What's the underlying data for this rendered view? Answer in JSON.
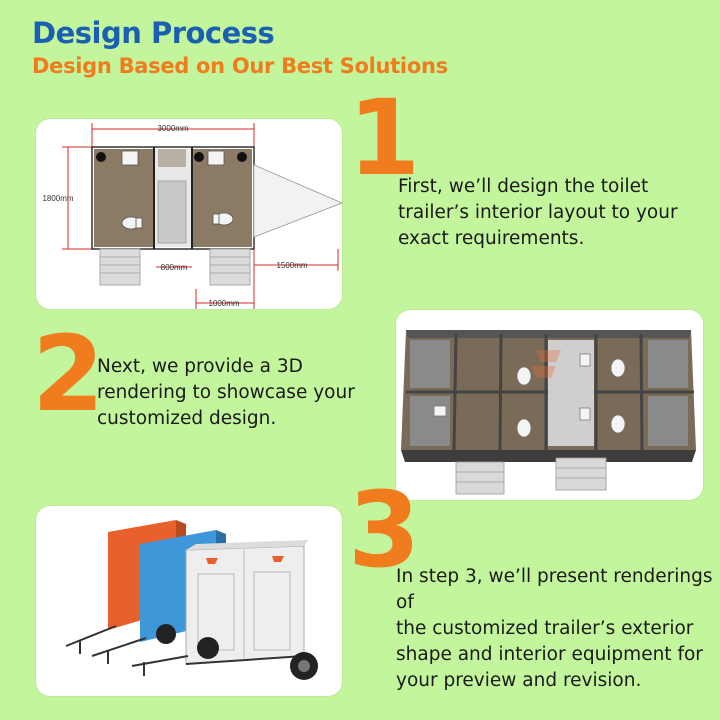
{
  "header": {
    "title": "Design Process",
    "subtitle": "Design Based on Our Best Solutions"
  },
  "steps": [
    {
      "number": "1",
      "lines": [
        "First, we’ll design the toilet",
        "trailer’s interior layout to your",
        "exact requirements."
      ]
    },
    {
      "number": "2",
      "lines": [
        "Next, we provide a 3D",
        "rendering to showcase your",
        "customized design."
      ]
    },
    {
      "number": "3",
      "lines": [
        "In step 3, we’ll present renderings of",
        "the customized trailer’s exterior",
        "shape and interior equipment for",
        "your preview and revision."
      ]
    }
  ],
  "floor_plan": {
    "dim_width": "3000mm",
    "dim_height": "1800mm",
    "dim_door": "800mm",
    "dim_tongue": "1500mm",
    "dim_bottom": "1000mm"
  },
  "colors": {
    "background": "#c2f59c",
    "title": "#1b5fb3",
    "accent": "#f07c1d",
    "dimension_red": "#d42a2a"
  },
  "icons": {
    "sink": "sink-icon",
    "toilet": "toilet-icon",
    "steps": "steps-icon"
  }
}
